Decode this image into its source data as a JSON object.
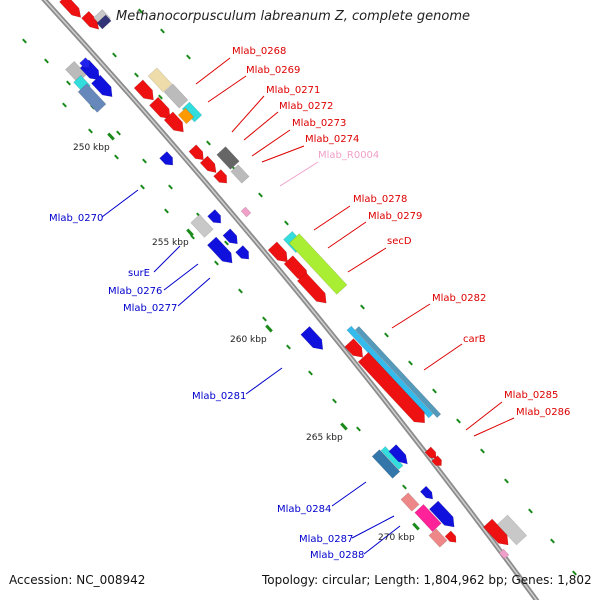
{
  "title": "Methanocorpusculum labreanum Z, complete genome",
  "footer": {
    "accession": "Accession: NC_008942",
    "summary": "Topology: circular; Length: 1,804,962 bp; Genes: 1,802"
  },
  "colors": {
    "backbone": "#8c8c8c",
    "tick": "#1a8a1a",
    "label_red": "#dd0000",
    "label_blue": "#0000cc",
    "label_pink": "#f0a0c8"
  },
  "kbp_labels": [
    "250 kbp",
    "255 kbp",
    "260 kbp",
    "265 kbp",
    "270 kbp"
  ],
  "genes_forward": [
    "Mlab_0268",
    "Mlab_0269",
    "Mlab_0271",
    "Mlab_0272",
    "Mlab_0273",
    "Mlab_0274",
    "Mlab_R0004",
    "Mlab_0278",
    "Mlab_0279",
    "secD",
    "Mlab_0282",
    "carB",
    "Mlab_0285",
    "Mlab_0286"
  ],
  "genes_reverse": [
    "Mlab_0270",
    "surE",
    "Mlab_0276",
    "Mlab_0277",
    "Mlab_0281",
    "Mlab_0284",
    "Mlab_0287",
    "Mlab_0288"
  ]
}
